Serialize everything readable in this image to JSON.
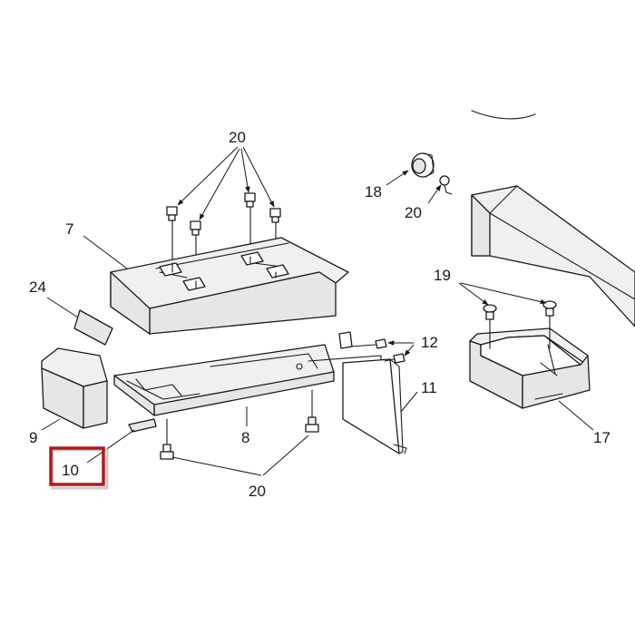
{
  "callouts": {
    "c7": "7",
    "c8": "8",
    "c9": "9",
    "c10": "10",
    "c11": "11",
    "c12": "12",
    "c17": "17",
    "c18": "18",
    "c19": "19",
    "c20_top": "20",
    "c20_mid": "20",
    "c20_bottom": "20",
    "c24": "24"
  },
  "highlight": {
    "callout": "10",
    "color": "#b0181c"
  },
  "colors": {
    "line": "#1a1a1a",
    "part_fill": "#e6e6e6",
    "background": "#ffffff"
  }
}
